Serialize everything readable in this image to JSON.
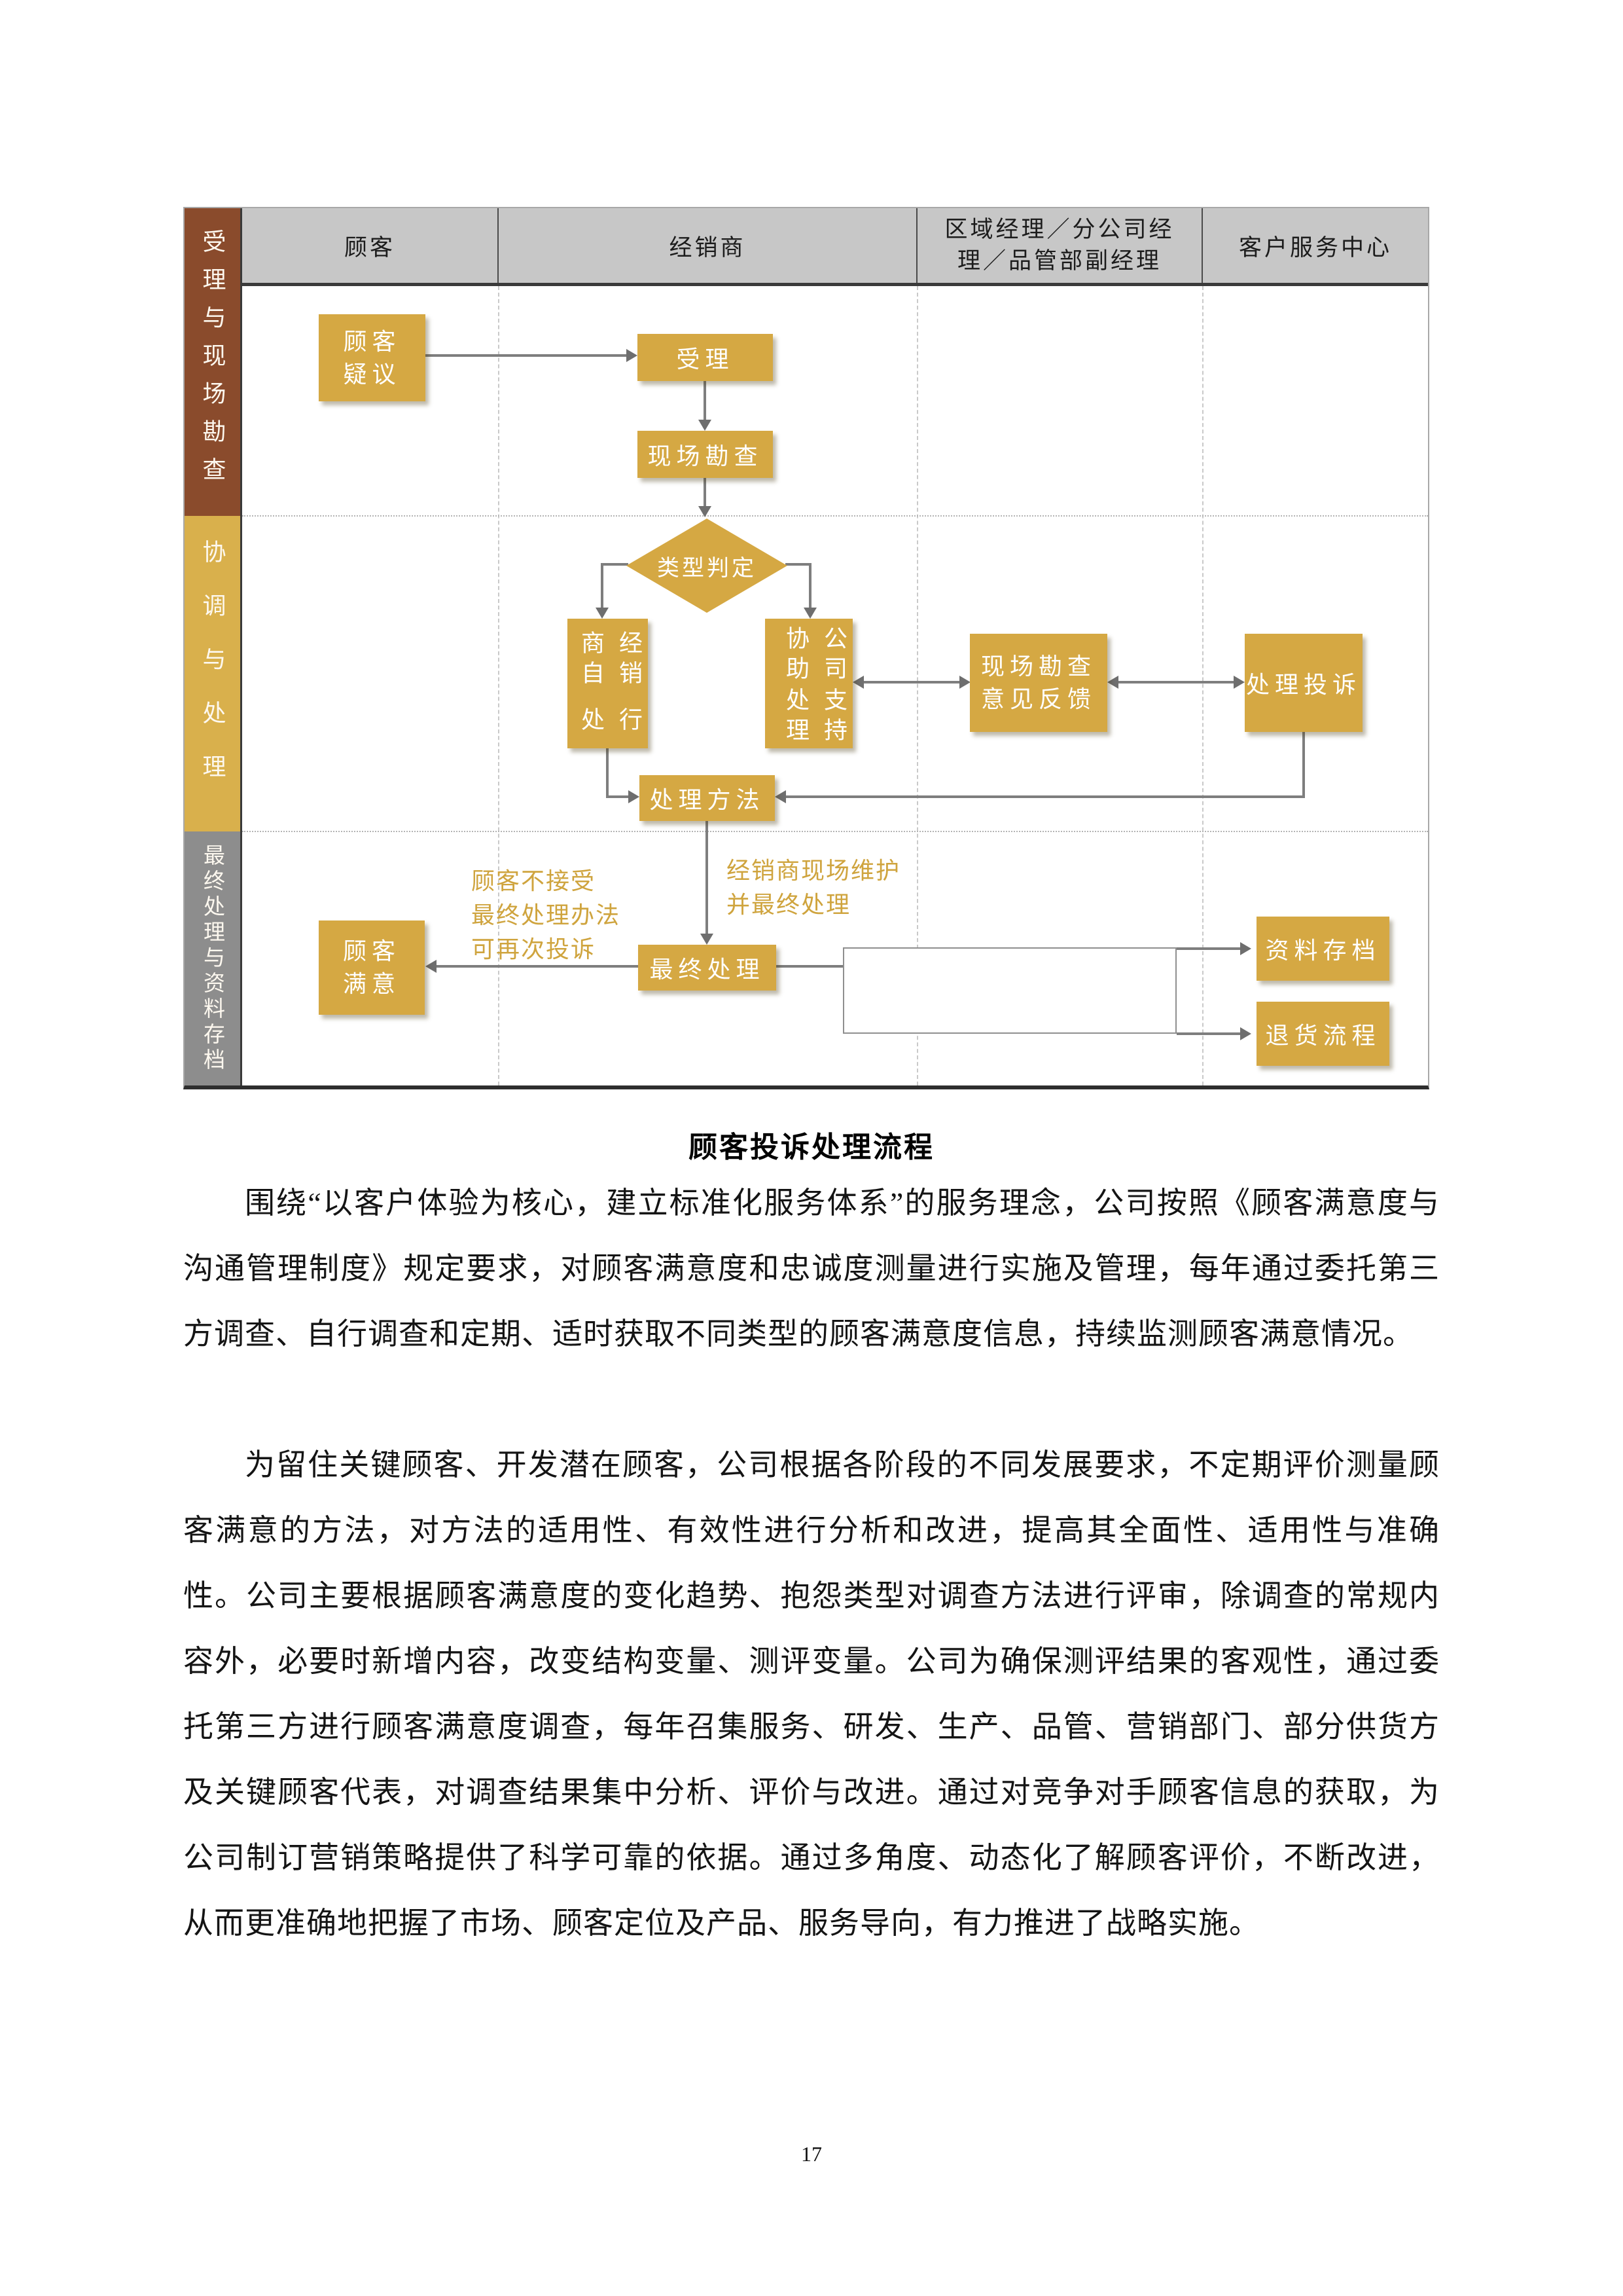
{
  "caption": "顾客投诉处理流程",
  "page_number": "17",
  "colors": {
    "lane_brown": "#8a4b2c",
    "lane_gold": "#d9b04c",
    "lane_gray": "#8d8d8d",
    "header_gray": "#c7c7c7",
    "box_gold": "#d5a843",
    "annotation_gold": "#cfa43e",
    "line_gray": "#7e7e7e"
  },
  "flowchart": {
    "lanes": {
      "l1": "受理与现场勘查",
      "l2": "协调与处理",
      "l3": "最终处理与资料存档"
    },
    "columns": {
      "c1": "顾客",
      "c2": "经销商",
      "c3a": "区域经理／分公司经",
      "c3b": "理／品管部副经理",
      "c4": "客户服务中心"
    },
    "boxes": {
      "complaint_raised": {
        "l1": "顾客",
        "l2": "疑议"
      },
      "accept": "受理",
      "site_survey": "现场勘查",
      "type_decision": "类型判定",
      "dealer_self": {
        "c1": "经销商自",
        "c2": "行处理"
      },
      "company_assist": {
        "c1": "公司协助",
        "c2": "支持处理"
      },
      "survey_feedback": {
        "l1": "现场勘查",
        "l2": "意见反馈"
      },
      "handle_complaint": "处理投诉",
      "method": "处理方法",
      "final_handling": "最终处理",
      "satisfied": {
        "l1": "顾客",
        "l2": "满意"
      },
      "archive": "资料存档",
      "returns": "退货流程"
    },
    "annotations": {
      "maintain1": "经销商现场维护",
      "maintain2": "并最终处理",
      "reject1": "顾客不接受",
      "reject2": "最终处理办法",
      "reject3": "可再次投诉"
    }
  },
  "paragraphs": {
    "p1": "围绕“以客户体验为核心，建立标准化服务体系”的服务理念，公司按照《顾客满意度与沟通管理制度》规定要求，对顾客满意度和忠诚度测量进行实施及管理，每年通过委托第三方调查、自行调查和定期、适时获取不同类型的顾客满意度信息，持续监测顾客满意情况。",
    "p2": "为留住关键顾客、开发潜在顾客，公司根据各阶段的不同发展要求，不定期评价测量顾客满意的方法，对方法的适用性、有效性进行分析和改进，提高其全面性、适用性与准确性。公司主要根据顾客满意度的变化趋势、抱怨类型对调查方法进行评审，除调查的常规内容外，必要时新增内容，改变结构变量、测评变量。公司为确保测评结果的客观性，通过委托第三方进行顾客满意度调查，每年召集服务、研发、生产、品管、营销部门、部分供货方及关键顾客代表，对调查结果集中分析、评价与改进。通过对竞争对手顾客信息的获取，为公司制订营销策略提供了科学可靠的依据。通过多角度、动态化了解顾客评价，不断改进，从而更准确地把握了市场、顾客定位及产品、服务导向，有力推进了战略实施。"
  }
}
